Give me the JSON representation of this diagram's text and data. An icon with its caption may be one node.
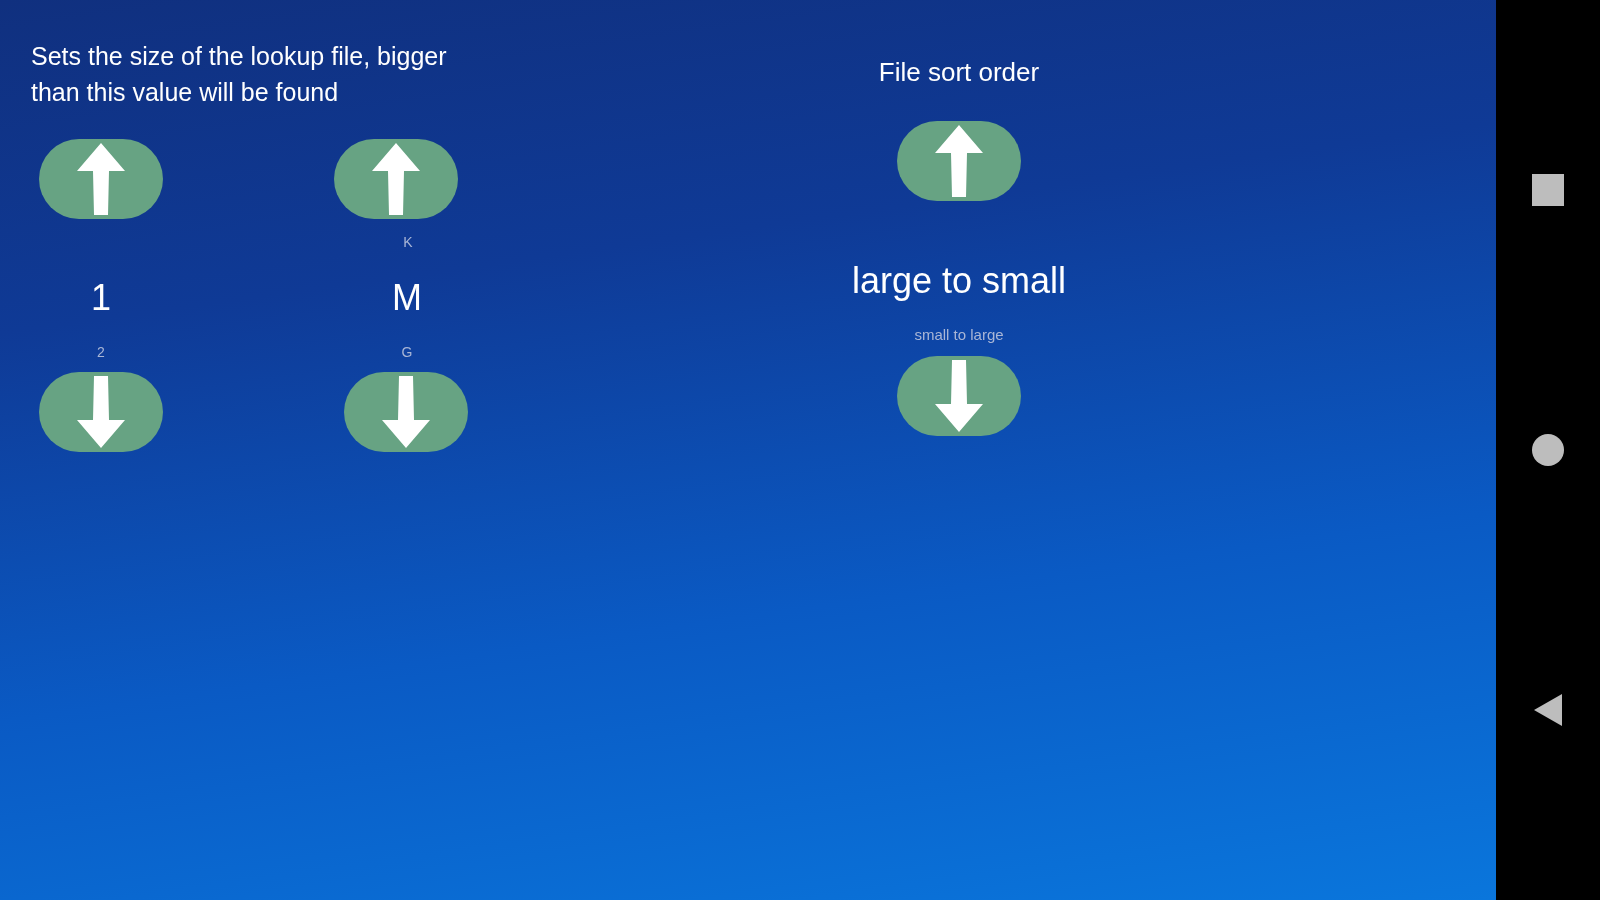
{
  "diagram": {
    "labels": [
      "Sets the size of the lookup file, bigger than this value will be found",
      "File sort order",
      "K",
      "1",
      "M",
      "large to small",
      "2",
      "G",
      "small to large"
    ]
  }
}
